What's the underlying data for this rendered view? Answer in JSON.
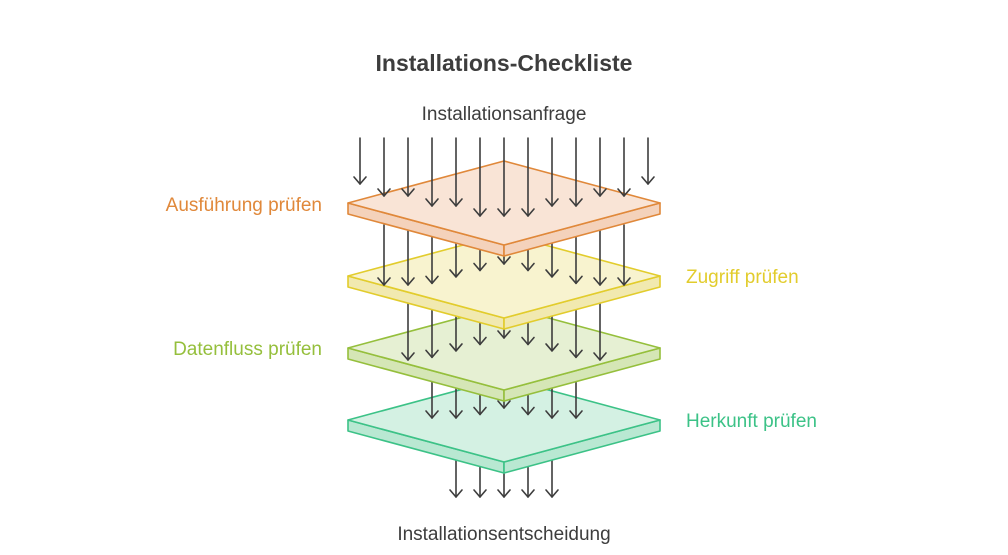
{
  "title": "Installations-Checkliste",
  "input_label": "Installationsanfrage",
  "output_label": "Installationsentscheidung",
  "layers": [
    {
      "label": "Ausführung prüfen",
      "stroke": "#e0883a",
      "fill": "#f9e4d6",
      "side_fill": "#f4d2bb",
      "label_color": "#e0883a",
      "label_side": "left"
    },
    {
      "label": "Zugriff prüfen",
      "stroke": "#e2cc2c",
      "fill": "#f8f3cf",
      "side_fill": "#f1e9b0",
      "label_color": "#e2cc2c",
      "label_side": "right"
    },
    {
      "label": "Datenfluss prüfen",
      "stroke": "#95bf3c",
      "fill": "#e6f0d3",
      "side_fill": "#d5e6b6",
      "label_color": "#95bf3c",
      "label_side": "left"
    },
    {
      "label": "Herkunft prüfen",
      "stroke": "#3cc287",
      "fill": "#d4f1e3",
      "side_fill": "#b9e8d2",
      "label_color": "#3cc287",
      "label_side": "right"
    }
  ],
  "arrow_color": "#3d3d3d"
}
